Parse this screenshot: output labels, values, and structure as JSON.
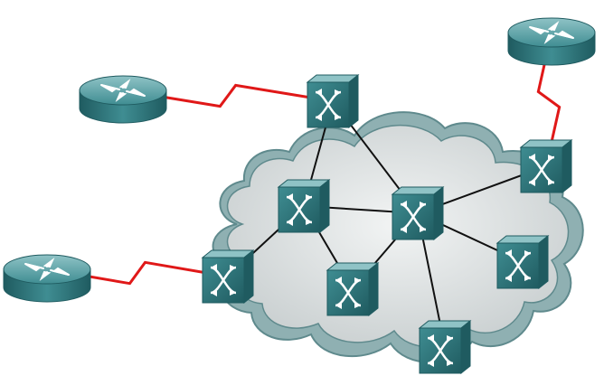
{
  "diagram": {
    "colors": {
      "background": "#ffffff",
      "cloud_fill_light": "#f2f4f4",
      "cloud_fill_dark": "#c9cfd0",
      "cloud_border": "#8fb0b2",
      "cloud_border_dark": "#5f8a8d",
      "device_face": "#3f8d92",
      "device_light": "#8fc3c6",
      "device_dark": "#1f5b60",
      "lan_link": "#111111",
      "wan_link": "#e01818",
      "arrow": "#ffffff"
    },
    "routers": [
      {
        "id": "router-left-top",
        "icon": "router-icon"
      },
      {
        "id": "router-left-bottom",
        "icon": "router-icon"
      },
      {
        "id": "router-top-right",
        "icon": "router-icon"
      }
    ],
    "switches": [
      {
        "id": "sw-top",
        "icon": "atm-switch-icon"
      },
      {
        "id": "sw-left",
        "icon": "atm-switch-icon"
      },
      {
        "id": "sw-inner-left",
        "icon": "atm-switch-icon"
      },
      {
        "id": "sw-center",
        "icon": "atm-switch-icon"
      },
      {
        "id": "sw-inner-bottom",
        "icon": "atm-switch-icon"
      },
      {
        "id": "sw-bottom",
        "icon": "atm-switch-icon"
      },
      {
        "id": "sw-right",
        "icon": "atm-switch-icon"
      },
      {
        "id": "sw-right-top",
        "icon": "atm-switch-icon"
      }
    ],
    "links": [
      {
        "from": "sw-top",
        "to": "sw-inner-left",
        "type": "lan"
      },
      {
        "from": "sw-top",
        "to": "sw-center",
        "type": "lan"
      },
      {
        "from": "sw-inner-left",
        "to": "sw-center",
        "type": "lan"
      },
      {
        "from": "sw-inner-left",
        "to": "sw-left",
        "type": "lan"
      },
      {
        "from": "sw-inner-left",
        "to": "sw-inner-bottom",
        "type": "lan"
      },
      {
        "from": "sw-center",
        "to": "sw-inner-bottom",
        "type": "lan"
      },
      {
        "from": "sw-center",
        "to": "sw-bottom",
        "type": "lan"
      },
      {
        "from": "sw-center",
        "to": "sw-right",
        "type": "lan"
      },
      {
        "from": "sw-center",
        "to": "sw-right-top",
        "type": "lan"
      },
      {
        "from": "router-left-top",
        "to": "sw-top",
        "type": "wan"
      },
      {
        "from": "router-left-bottom",
        "to": "sw-left",
        "type": "wan"
      },
      {
        "from": "router-top-right",
        "to": "sw-right-top",
        "type": "wan"
      }
    ]
  }
}
